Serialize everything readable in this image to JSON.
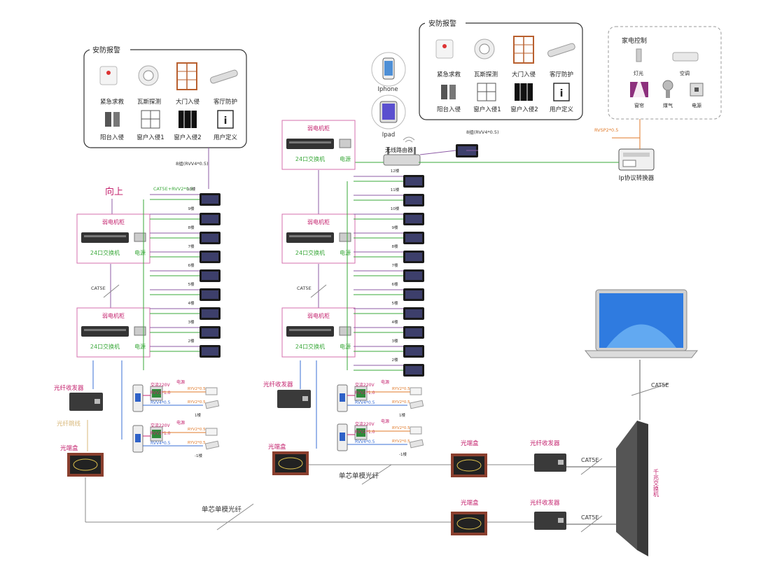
{
  "alarm_left": {
    "title": "安防报警",
    "items": [
      "紧急求救",
      "瓦斯探测",
      "大门入侵",
      "客厅防护",
      "阳台入侵",
      "窗户入侵1",
      "窗户入侵2",
      "用户定义"
    ]
  },
  "alarm_right": {
    "title": "安防报警",
    "items": [
      "紧急求救",
      "瓦斯探测",
      "大门入侵",
      "客厅防护",
      "阳台入侵",
      "窗户入侵1",
      "窗户入侵2",
      "用户定义"
    ]
  },
  "appliance": {
    "title": "家电控制",
    "items": [
      "灯光",
      "空调",
      "窗帘",
      "煤气",
      "电源"
    ]
  },
  "devices": {
    "iphone": "Iphone",
    "ipad": "Ipad",
    "router": "无线路由器",
    "ip_converter": "Ip协议转换器"
  },
  "cables": {
    "rvv_8": "8组(RVV4*0.5)",
    "cat5e_rvv": "CAT5E+RVV2*0.5",
    "cat5e": "CAT5E",
    "rvsp": "RVSP2*0.5",
    "single_mode_fiber": "单芯单模光纤",
    "fiber_jumper": "光纤跳线"
  },
  "direction_up": "向上",
  "cabinet": {
    "title": "弱电机柜",
    "switch_label": "24口交换机",
    "power_label": "电源"
  },
  "floors_left": [
    "10楼",
    "9楼",
    "8楼",
    "7楼",
    "6楼",
    "5楼",
    "4楼",
    "3楼",
    "2楼"
  ],
  "floors_right": [
    "12楼",
    "11楼",
    "10楼",
    "9楼",
    "8楼",
    "7楼",
    "6楼",
    "5楼",
    "4楼",
    "3楼",
    "2楼"
  ],
  "door_station": {
    "ac": "交流220V",
    "power": "电源",
    "rvv2": "RVV2*1.0",
    "rvv4": "RVV4*0.5",
    "ryv_a": "RYV2*0.5",
    "ryv_b": "RYV2*0.5",
    "floor_top": "1楼",
    "floor_bottom": "-1楼"
  },
  "fiber_transceiver": "光纤收发器",
  "fiber_box": "光端盒",
  "gigabit_switch": "千兆交换机"
}
